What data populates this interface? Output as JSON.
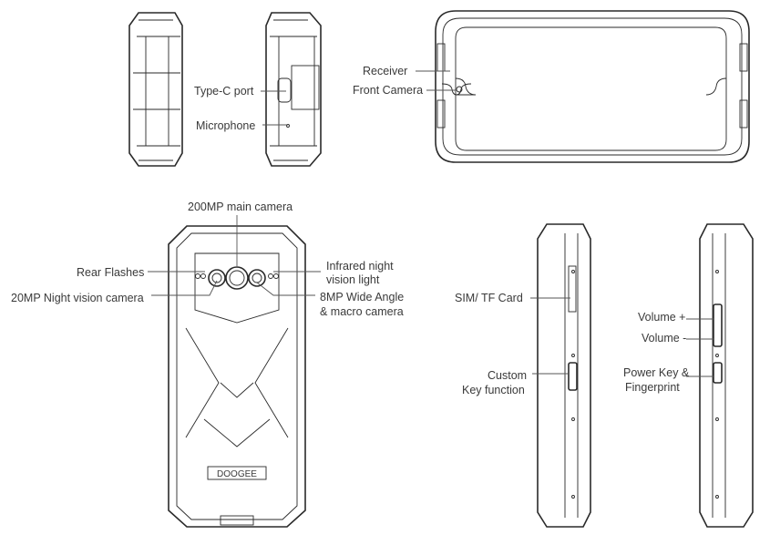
{
  "labels": {
    "type_c_port": "Type-C port",
    "microphone": "Microphone",
    "receiver": "Receiver",
    "front_camera": "Front Camera",
    "main_camera": "200MP main camera",
    "rear_flashes": "Rear Flashes",
    "night_vision_camera": "20MP Night vision camera",
    "infrared_line1": "Infrared night",
    "infrared_line2": "vision light",
    "wide_angle_line1": "8MP  Wide Angle",
    "wide_angle_line2": "& macro camera",
    "sim_tf_card": "SIM/ TF Card",
    "custom_key_line1": "Custom",
    "custom_key_line2": "Key function",
    "volume_up": "Volume +",
    "volume_down": "Volume -",
    "power_key_line1": "Power Key &",
    "power_key_line2": "Fingerprint"
  },
  "brand_logo": "DOOGEE",
  "colors": {
    "line": "#2a2a2a",
    "text": "#3a3a3a"
  }
}
